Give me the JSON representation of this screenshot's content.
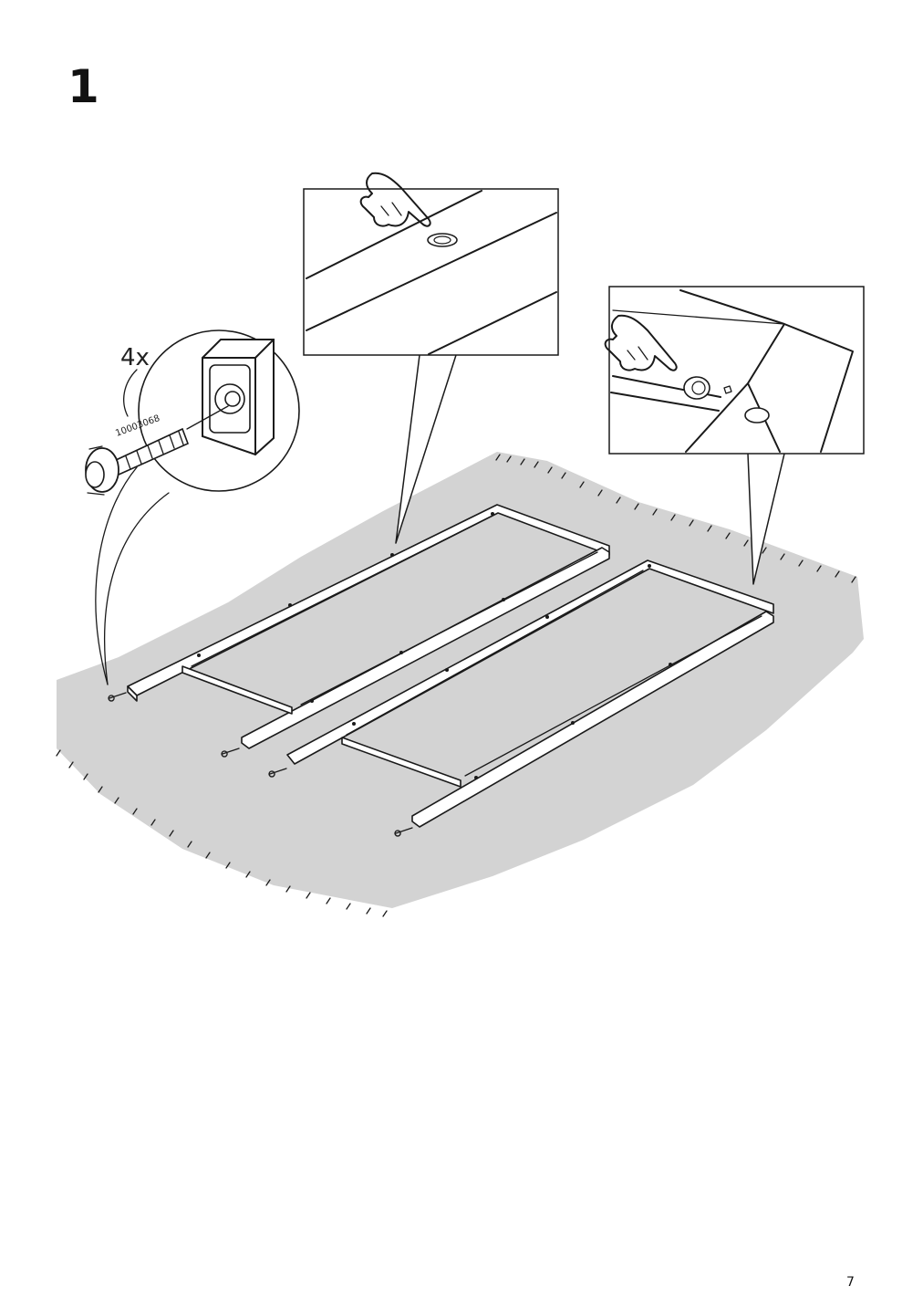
{
  "step": {
    "number": "1"
  },
  "part": {
    "quantity": "4x",
    "article_number": "10003068"
  },
  "footer": {
    "page_number": "7"
  },
  "colors": {
    "floor_mat": "#d3d3d3",
    "lines": "#1a1a1a",
    "background": "#ffffff"
  },
  "icons": [
    "pointing-hand-icon",
    "pointing-hand-icon",
    "adjustable-foot-icon",
    "screw-icon"
  ]
}
